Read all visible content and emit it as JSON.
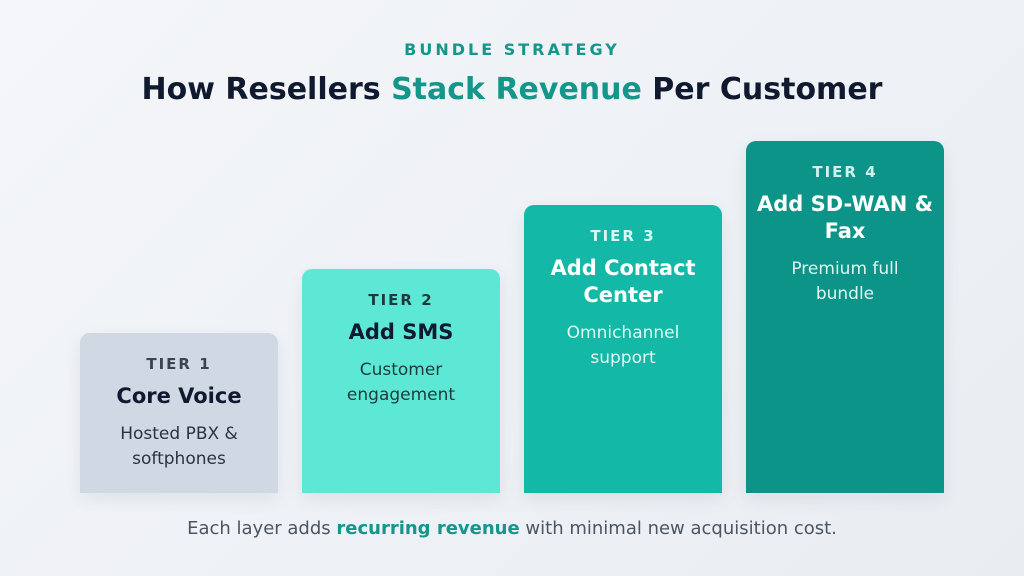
{
  "header": {
    "eyebrow": "BUNDLE STRATEGY",
    "title_before": "How Resellers ",
    "title_highlight": "Stack Revenue",
    "title_after": " Per Customer"
  },
  "tiers": [
    {
      "label": "TIER 1",
      "name": "Core Voice",
      "description": "Hosted PBX & softphones"
    },
    {
      "label": "TIER 2",
      "name": "Add SMS",
      "description": "Customer engagement"
    },
    {
      "label": "TIER 3",
      "name": "Add Contact Center",
      "description": "Omnichannel support"
    },
    {
      "label": "TIER 4",
      "name": "Add SD-WAN & Fax",
      "description": "Premium full bundle"
    }
  ],
  "footer": {
    "before": "Each layer adds ",
    "highlight": "recurring revenue",
    "after": " with minimal new acquisition cost."
  },
  "colors": {
    "accent": "#14968a",
    "tier1": "#cfd8e3",
    "tier2": "#5de8d6",
    "tier3": "#13b8a6",
    "tier4": "#0d9488",
    "title": "#0f1a2e"
  }
}
